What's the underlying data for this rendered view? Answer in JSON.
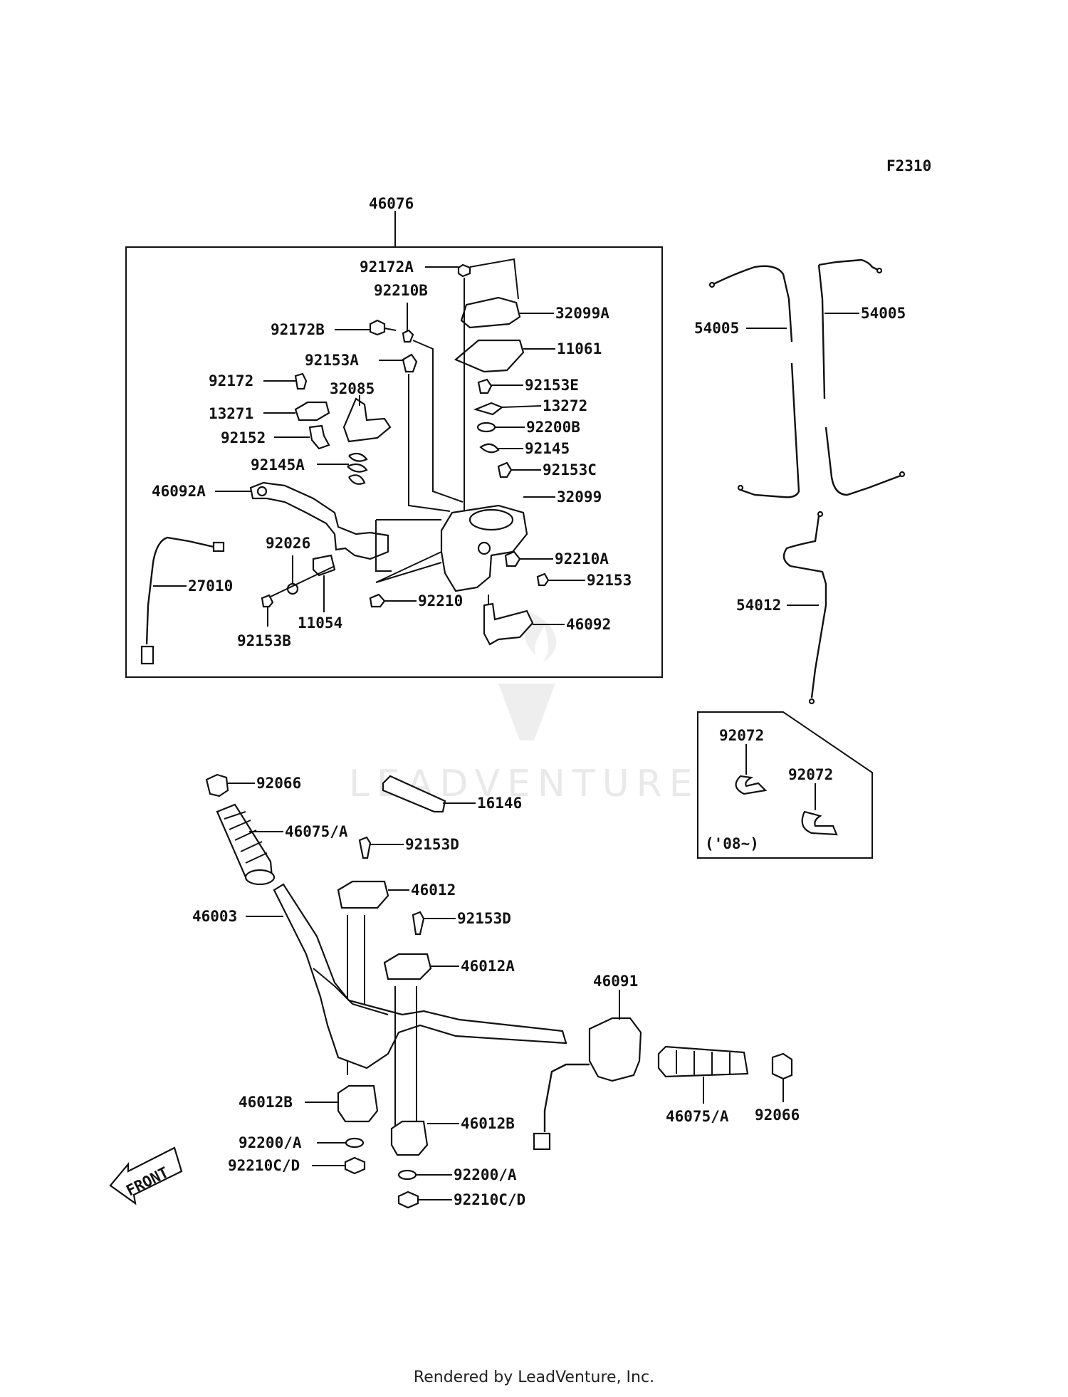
{
  "figure_code": "F2310",
  "footer": "Rendered by LeadVenture, Inc.",
  "watermark": "LEADVENTURE",
  "front_label": "FRONT",
  "inset_note": "('08~)",
  "labels": {
    "p46076": "46076",
    "p92172A": "92172A",
    "p92210B": "92210B",
    "p32099A": "32099A",
    "p92172B": "92172B",
    "p11061": "11061",
    "p92153A": "92153A",
    "p92172": "92172",
    "p32085": "32085",
    "p92153E": "92153E",
    "p13271": "13271",
    "p13272": "13272",
    "p92200B": "92200B",
    "p92152": "92152",
    "p92145": "92145",
    "p92145A": "92145A",
    "p92153C": "92153C",
    "p46092A": "46092A",
    "p32099": "32099",
    "p92026": "92026",
    "p92210A": "92210A",
    "p27010": "27010",
    "p92153": "92153",
    "p92210": "92210",
    "p11054": "11054",
    "p46092": "46092",
    "p92153B": "92153B",
    "p54005L": "54005",
    "p54005R": "54005",
    "p54012": "54012",
    "p92072a": "92072",
    "p92072b": "92072",
    "p92066L": "92066",
    "p16146": "16146",
    "p46075L": "46075/A",
    "p92153D1": "92153D",
    "p46012": "46012",
    "p46003": "46003",
    "p92153D2": "92153D",
    "p46012A": "46012A",
    "p46091": "46091",
    "p46012B1": "46012B",
    "p46012B2": "46012B",
    "p46075R": "46075/A",
    "p92066R": "92066",
    "p92200A1": "92200/A",
    "p92210CD1": "92210C/D",
    "p92200A2": "92200/A",
    "p92210CD2": "92210C/D"
  }
}
